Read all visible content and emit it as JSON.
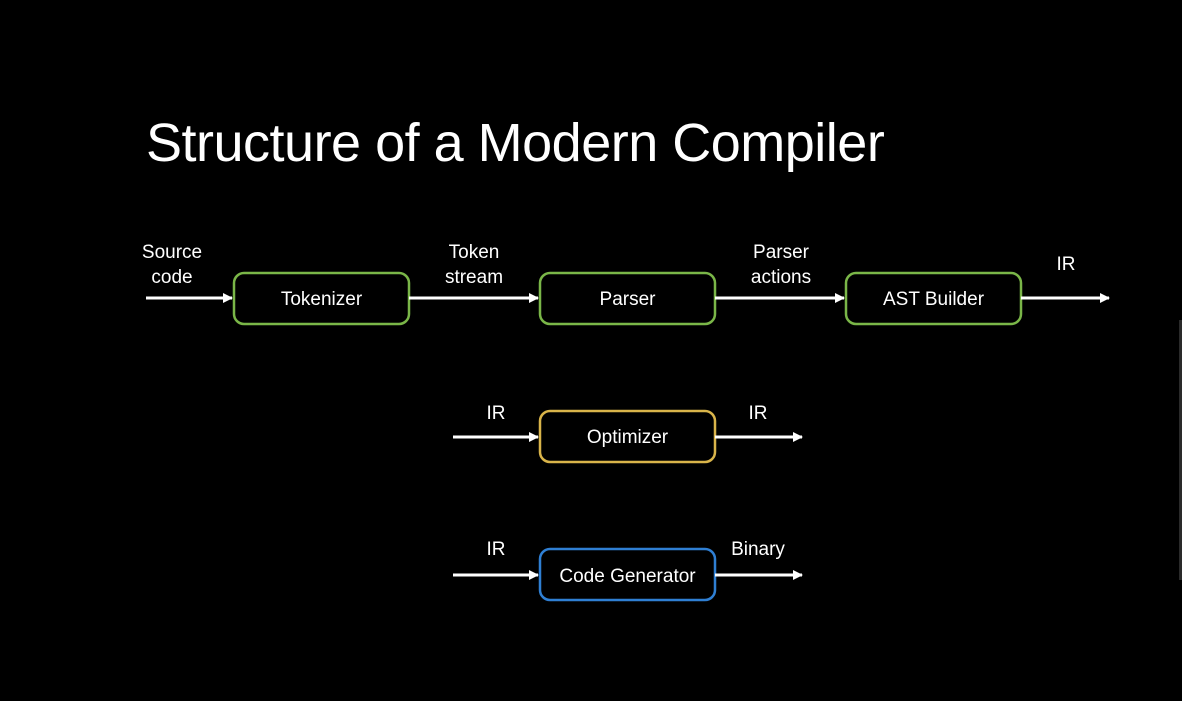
{
  "slide": {
    "title": "Structure of a Modern Compiler"
  },
  "colors": {
    "background": "#000000",
    "text": "#ffffff",
    "arrow": "#ffffff",
    "frontend_stage": "#7ab648",
    "optimizer_stage": "#d9b44a",
    "codegen_stage": "#2f7fd3"
  },
  "pipeline": {
    "input_label_line1": "Source",
    "input_label_line2": "code",
    "stages": [
      {
        "label": "Tokenizer"
      },
      {
        "label": "Parser"
      },
      {
        "label": "AST Builder"
      }
    ],
    "edge_token_line1": "Token",
    "edge_token_line2": "stream",
    "edge_parser_line1": "Parser",
    "edge_parser_line2": "actions",
    "output_label": "IR"
  },
  "optimizer": {
    "input_label": "IR",
    "stage_label": "Optimizer",
    "output_label": "IR"
  },
  "codegen": {
    "input_label": "IR",
    "stage_label": "Code Generator",
    "output_label": "Binary"
  }
}
